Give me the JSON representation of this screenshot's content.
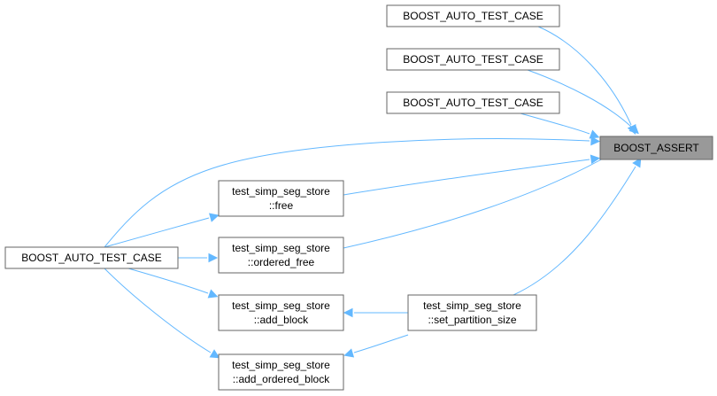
{
  "colors": {
    "edge": "#63b8ff",
    "node_border": "#666666",
    "highlight_fill": "#999999",
    "node_fill": "#ffffff"
  },
  "nodes": {
    "boost_assert": {
      "lines": [
        "BOOST_ASSERT"
      ]
    },
    "test_case_1": {
      "lines": [
        "BOOST_AUTO_TEST_CASE"
      ]
    },
    "test_case_2": {
      "lines": [
        "BOOST_AUTO_TEST_CASE"
      ]
    },
    "test_case_3": {
      "lines": [
        "BOOST_AUTO_TEST_CASE"
      ]
    },
    "test_case_left": {
      "lines": [
        "BOOST_AUTO_TEST_CASE"
      ]
    },
    "free": {
      "lines": [
        "test_simp_seg_store",
        "::free"
      ]
    },
    "ordered_free": {
      "lines": [
        "test_simp_seg_store",
        "::ordered_free"
      ]
    },
    "add_block": {
      "lines": [
        "test_simp_seg_store",
        "::add_block"
      ]
    },
    "add_ordered_block": {
      "lines": [
        "test_simp_seg_store",
        "::add_ordered_block"
      ]
    },
    "set_partition_size": {
      "lines": [
        "test_simp_seg_store",
        "::set_partition_size"
      ]
    }
  },
  "edges": [
    {
      "from": "test_case_1",
      "to": "boost_assert"
    },
    {
      "from": "test_case_2",
      "to": "boost_assert"
    },
    {
      "from": "test_case_3",
      "to": "boost_assert"
    },
    {
      "from": "test_case_left",
      "to": "boost_assert"
    },
    {
      "from": "free",
      "to": "boost_assert"
    },
    {
      "from": "ordered_free",
      "to": "boost_assert"
    },
    {
      "from": "set_partition_size",
      "to": "boost_assert"
    },
    {
      "from": "test_case_left",
      "to": "free"
    },
    {
      "from": "test_case_left",
      "to": "ordered_free"
    },
    {
      "from": "test_case_left",
      "to": "add_block"
    },
    {
      "from": "test_case_left",
      "to": "add_ordered_block"
    },
    {
      "from": "set_partition_size",
      "to": "add_block"
    },
    {
      "from": "set_partition_size",
      "to": "add_ordered_block"
    }
  ]
}
